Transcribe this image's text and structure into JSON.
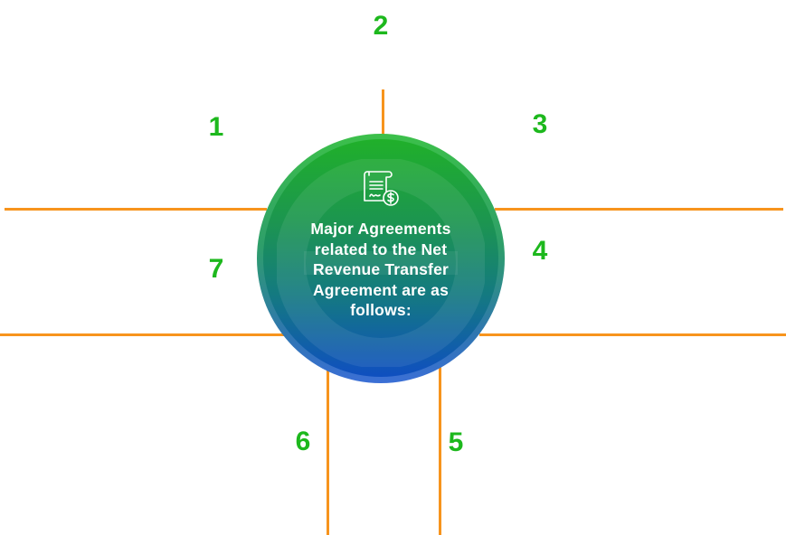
{
  "center": {
    "icon": "contract-dollar-icon",
    "lines": [
      "Major Agreements",
      "related to the Net",
      "Revenue Transfer",
      "Agreement are as",
      "follows:"
    ]
  },
  "numbers": [
    "1",
    "2",
    "3",
    "4",
    "5",
    "6",
    "7"
  ],
  "colors": {
    "number": "#1db81d",
    "connector": "#f7941d",
    "circle_top": "#20b02a",
    "circle_bottom": "#0f4fc0",
    "text": "#ffffff"
  }
}
